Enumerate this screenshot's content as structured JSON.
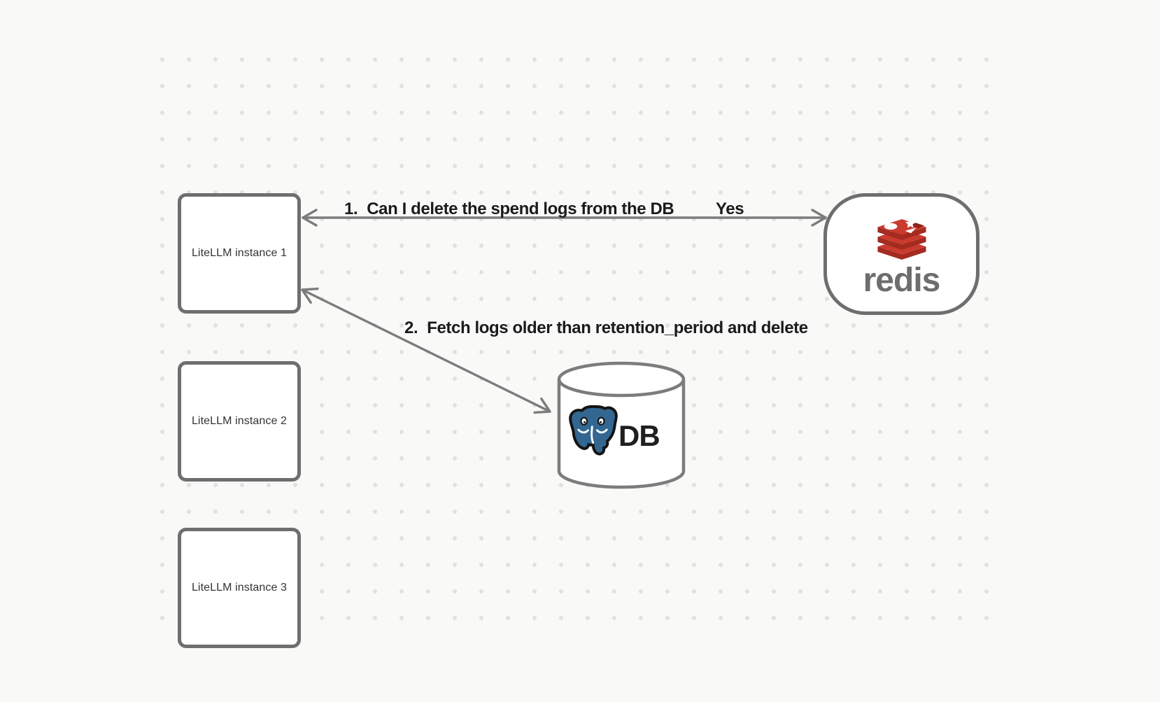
{
  "diagram": {
    "nodes": {
      "instances": [
        {
          "label": "LiteLLM instance 1"
        },
        {
          "label": "LiteLLM instance 2"
        },
        {
          "label": "LiteLLM instance 3"
        }
      ],
      "redis": {
        "wordmark": "redis"
      },
      "db": {
        "label": "DB"
      }
    },
    "edges": {
      "edge1": {
        "number": "1.",
        "label": "Can I delete the spend logs from the DB",
        "answer": "Yes"
      },
      "edge2": {
        "number": "2.",
        "label": "Fetch logs older than retention_period and delete"
      }
    },
    "colors": {
      "background": "#f9f9f8",
      "dot_grid": "#e3e1df",
      "node_border": "#6e6e6e",
      "node_fill": "#ffffff",
      "arrow": "#7c7c7c",
      "edge_label_text": "#1b1b1d",
      "instance_label_text": "#333333",
      "redis_red": "#cb3a2e",
      "redis_red_dark": "#a32b1f",
      "redis_wordmark": "#6d6d6d",
      "postgres_blue": "#336791",
      "db_label_text": "#1f1f1f"
    }
  }
}
